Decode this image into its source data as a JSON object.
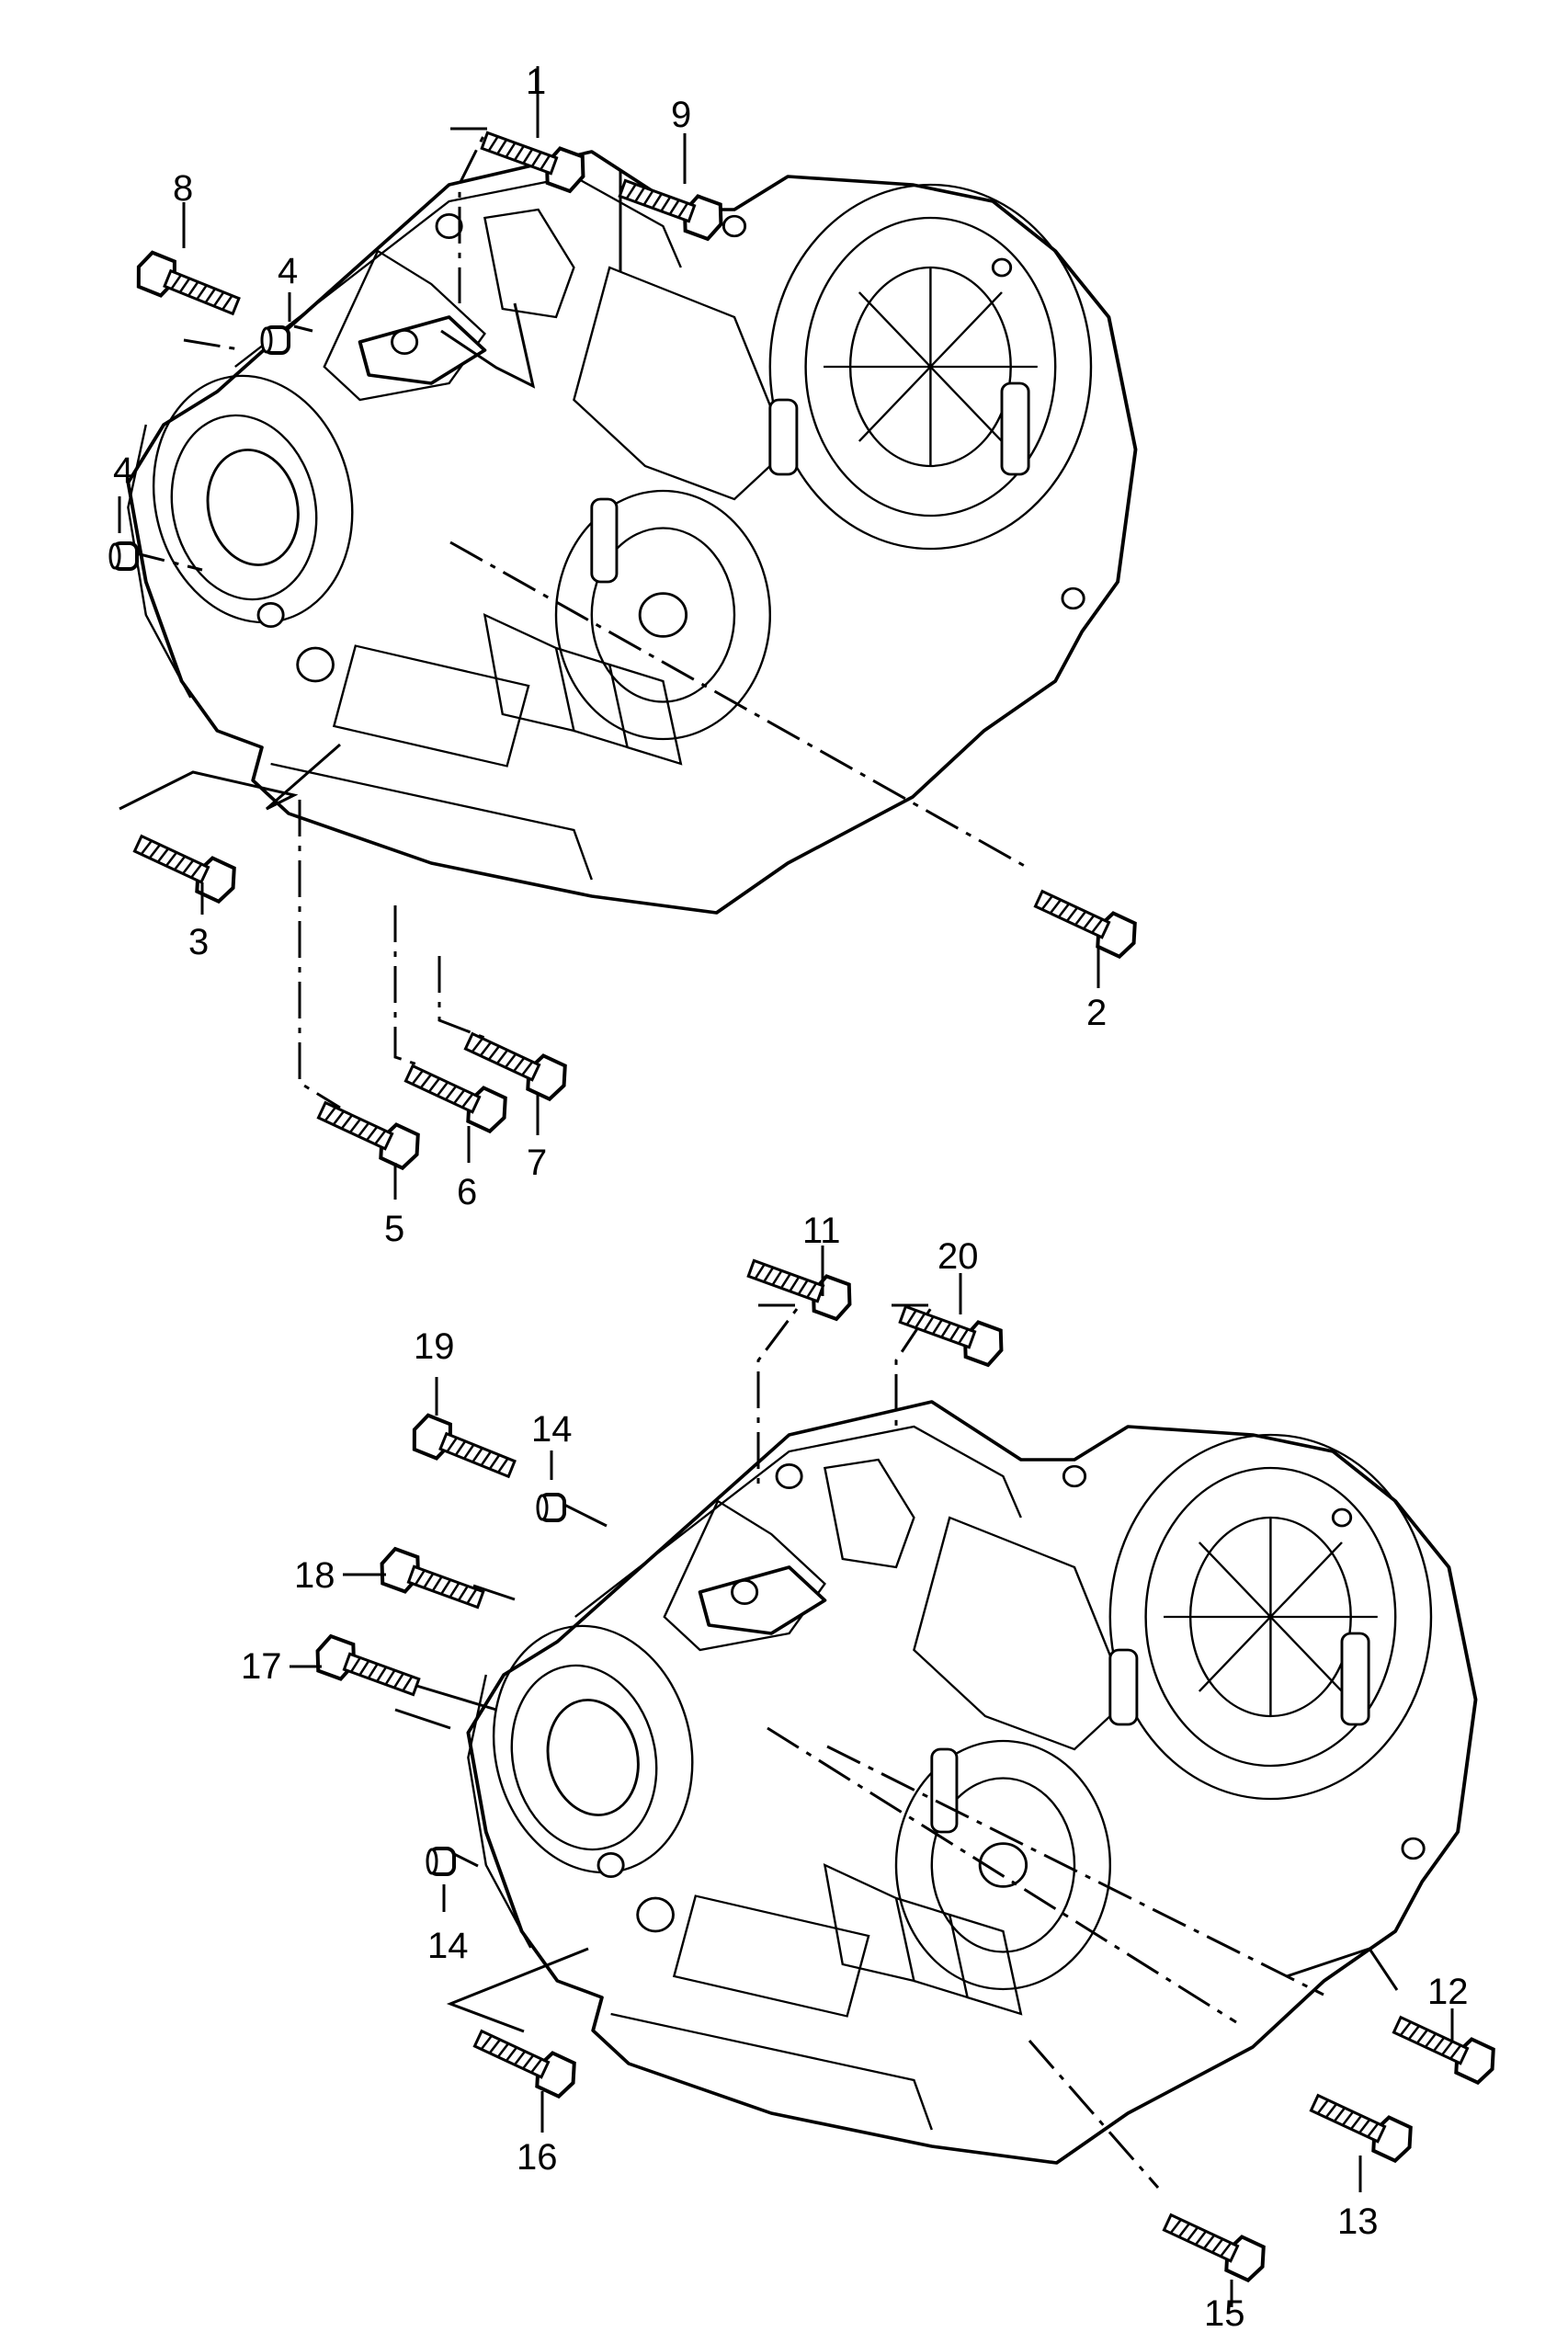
{
  "callouts": [
    "1",
    "2",
    "3",
    "4",
    "5",
    "6",
    "7",
    "8",
    "9",
    "11",
    "12",
    "13",
    "14",
    "15",
    "16",
    "17",
    "18",
    "19",
    "20"
  ],
  "assemblies": [
    {
      "name": "upper-transmission"
    },
    {
      "name": "lower-transmission"
    }
  ],
  "icons": {
    "bolt": "bolt-icon",
    "dowel": "dowel-sleeve-icon"
  }
}
